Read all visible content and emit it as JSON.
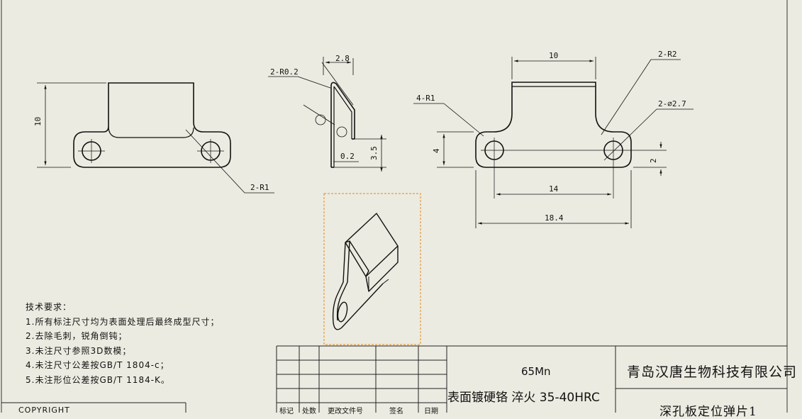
{
  "dimensions": {
    "left_height": "10",
    "left_radius": "2-R1",
    "side_radius": "2-R0.2",
    "side_width": "2.8",
    "side_thickness": "0.2",
    "side_height": "3.5",
    "right_top_width": "10",
    "right_corner_radius": "2-R2",
    "right_small_radius": "4-R1",
    "right_hole_dia": "2-∅2.7",
    "right_height": "4",
    "right_hole_offset": "2",
    "right_hole_spacing": "14",
    "right_total_width": "18.4"
  },
  "technical_requirements": {
    "title": "技术要求：",
    "items": [
      "1.所有标注尺寸均为表面处理后最终成型尺寸；",
      "2.去除毛刺，锐角倒钝；",
      "3.未注尺寸参照3D数模；",
      "4.未注尺寸公差按GB/T 1804-c；",
      "5.未注形位公差按GB/T 1184-K。"
    ]
  },
  "title_block": {
    "copyright": "COPYRIGHT",
    "material": "65Mn",
    "treatment": "表面镀硬铬  淬火  35-40HRC",
    "company": "青岛汉唐生物科技有限公司",
    "part_name": "深孔板定位弹片1",
    "headers": [
      "标记",
      "处数",
      "更改文件号",
      "签名",
      "日期"
    ]
  }
}
